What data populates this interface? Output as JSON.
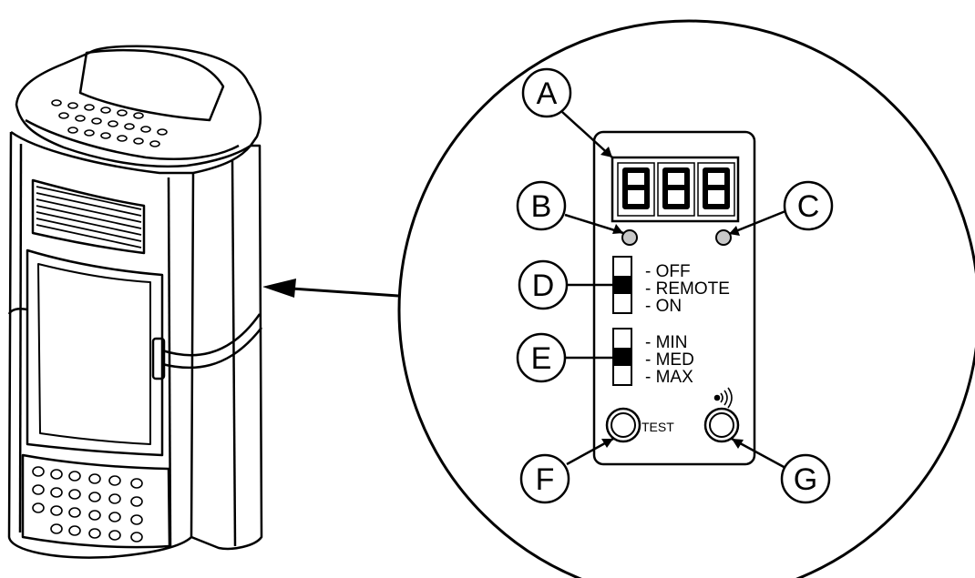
{
  "callouts": {
    "a": "A",
    "b": "B",
    "c": "C",
    "d": "D",
    "e": "E",
    "f": "F",
    "g": "G"
  },
  "power_switch": {
    "selected": "REMOTE",
    "positions": [
      "- OFF",
      "- REMOTE",
      "- ON"
    ]
  },
  "fan_switch": {
    "selected": "MED",
    "positions": [
      "- MIN",
      "- MED",
      "- MAX"
    ]
  },
  "buttons": {
    "test_label": "TEST",
    "wireless_icon": "wireless-signal-icon"
  },
  "display": {
    "digits": [
      "8",
      "8",
      "8"
    ]
  },
  "indicator_leds": [
    "led-b",
    "led-c"
  ],
  "colors": {
    "line": "#000000",
    "background": "#ffffff",
    "led": "#c8c8c8"
  }
}
